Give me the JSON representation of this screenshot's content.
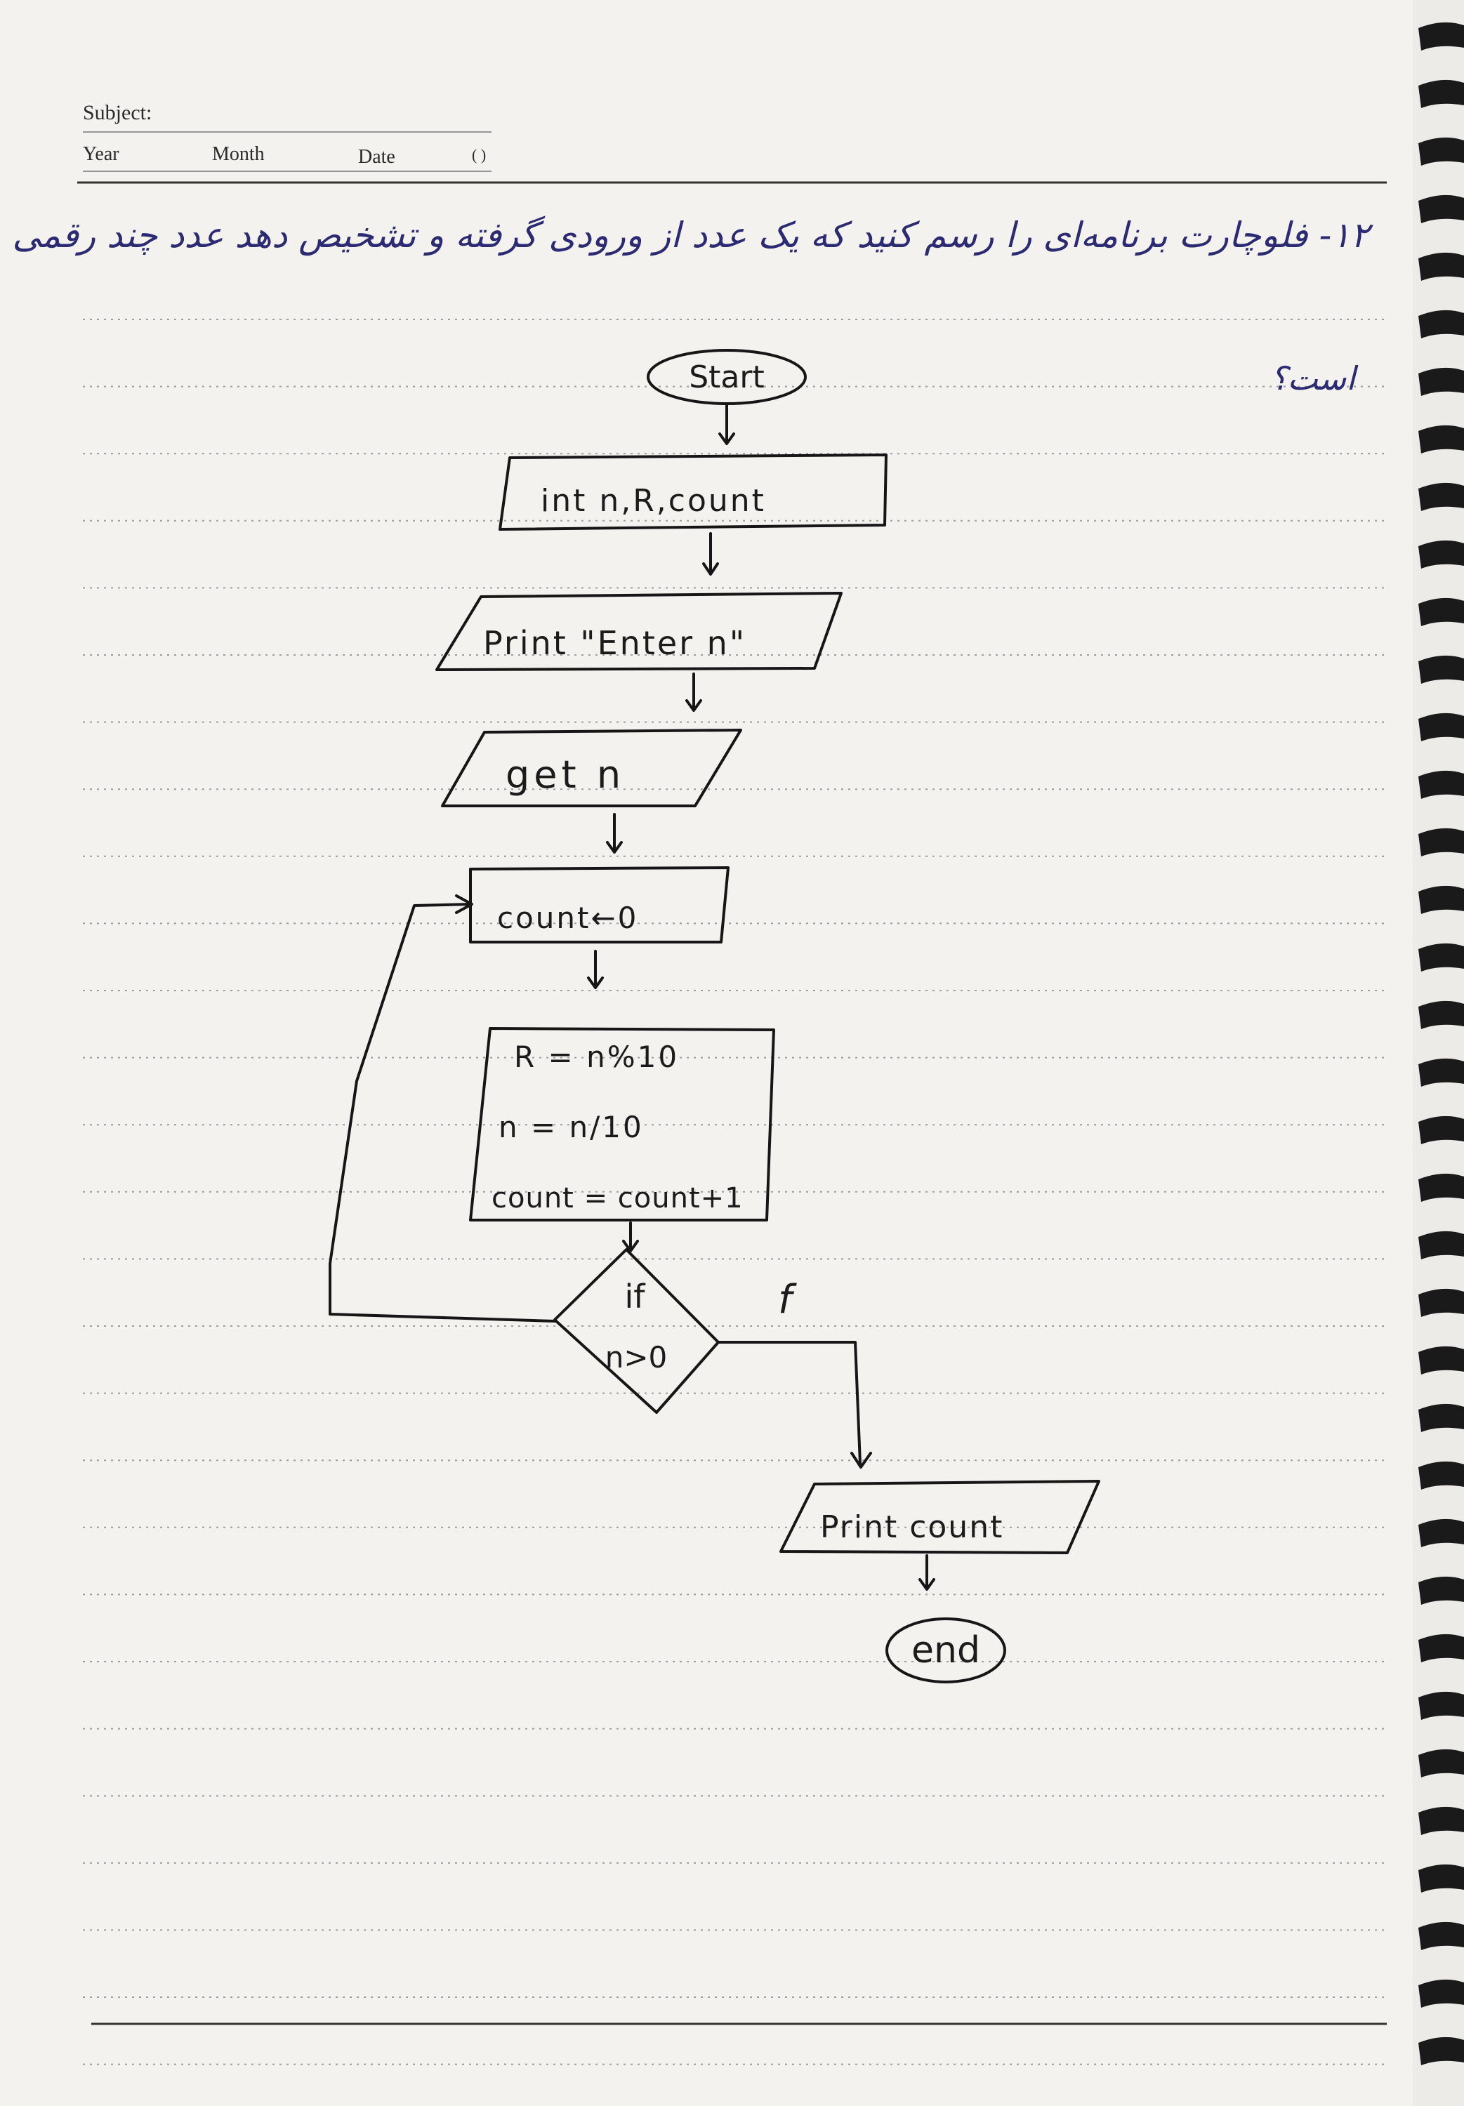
{
  "header": {
    "subject_label": "Subject:",
    "year_label": "Year",
    "month_label": "Month",
    "date_label": "Date",
    "date_paren": "( )"
  },
  "question": {
    "line1": "۱۲- فلوچارت برنامه‌ای را رسم کنید که یک عدد از ورودی گرفته و تشخیص دهد عدد چند رقمی",
    "line2": "است؟"
  },
  "flowchart": {
    "start": "Start",
    "declare": "int n,R,count",
    "print_prompt": "Print \"Enter n\"",
    "input": "get n",
    "init": "count←0",
    "process": [
      "R = n%10",
      "n = n/10",
      "count = count+1"
    ],
    "decision": [
      "if",
      "n>0"
    ],
    "false_label": "f",
    "output": "Print count",
    "end": "end"
  },
  "colors": {
    "ink": "#161616",
    "note_ink": "#2b2a72",
    "paper": "#f4f2ee",
    "binding": "#1a1a1a"
  }
}
